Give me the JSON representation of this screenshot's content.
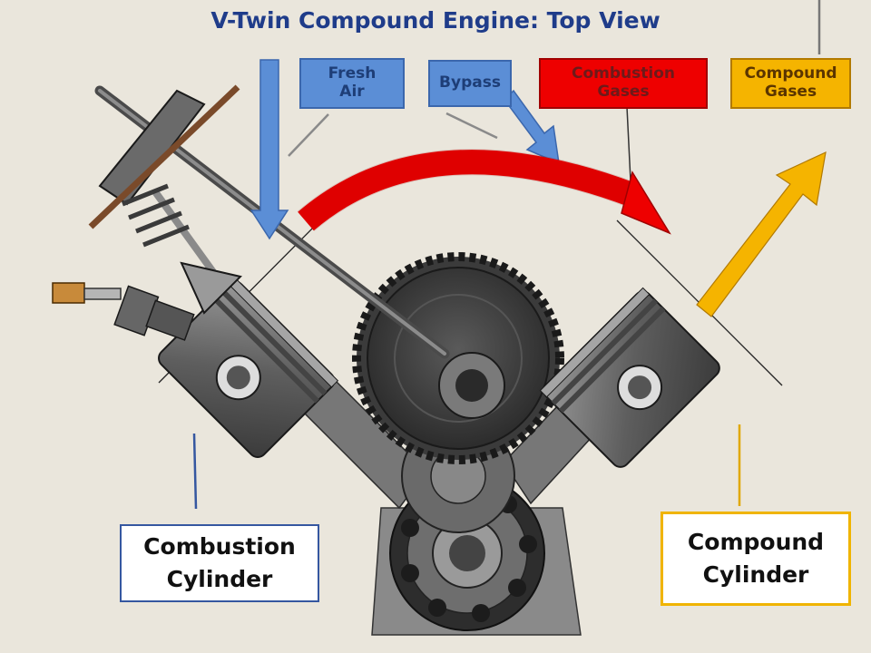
{
  "title": "V-Twin Compound Engine: Top View",
  "labels": {
    "fresh_air": "Fresh\nAir",
    "bypass": "Bypass",
    "combustion_gases": "Combustion\nGases",
    "compound_gases": "Compound\nGases",
    "combustion_cylinder": "Combustion\nCylinder",
    "compound_cylinder": "Compound\nCylinder"
  },
  "colors": {
    "title": "#1f3c8a",
    "fresh_air": "#5b8ed6",
    "bypass": "#5b8ed6",
    "combustion_gases": "#ee0000",
    "compound_gases": "#f5b400",
    "combustion_cylinder_border": "#3557a0",
    "compound_cylinder_border": "#f0b400",
    "background": "#eae6dc"
  }
}
